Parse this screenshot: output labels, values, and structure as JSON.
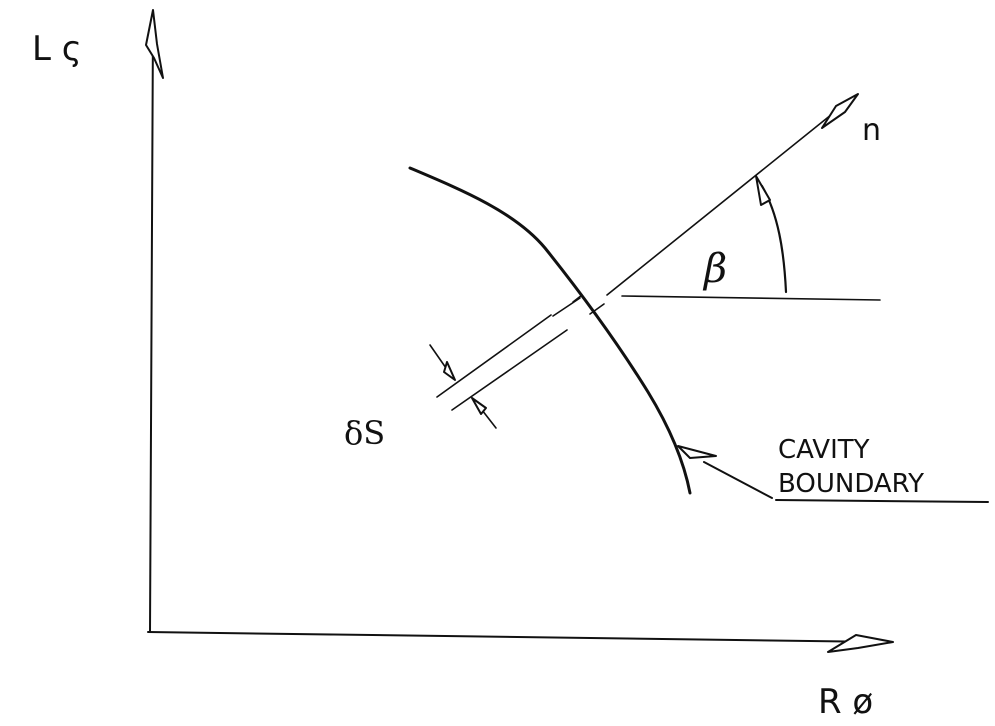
{
  "labels": {
    "vertical_axis": "L ς",
    "horizontal_axis": "R ø",
    "normal": "n",
    "angle": "β",
    "thickness": "δS",
    "boundary_line1": "CAVITY",
    "boundary_line2": "BOUNDARY"
  },
  "colors": {
    "ink": "#111111",
    "background": "#ffffff"
  }
}
